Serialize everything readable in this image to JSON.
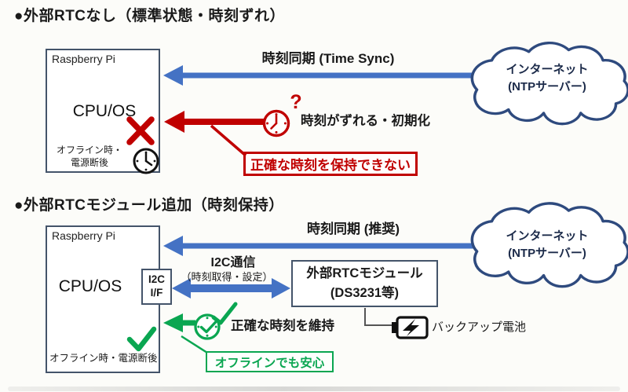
{
  "colors": {
    "arrow_blue": "#4472c4",
    "alert_red": "#c00000",
    "ok_green": "#0aa651",
    "box_border": "#44546a",
    "cloud_outline": "#2e4a7e",
    "background": "#fcfcf9"
  },
  "section1": {
    "title": "●外部RTCなし（標準状態・時刻ずれ）",
    "pi_box": {
      "title": "Raspberry Pi",
      "cpu": "CPU/OS",
      "offline": "オフライン時・\n電源断後"
    },
    "sync_label": "時刻同期 (Time Sync)",
    "cloud": "インターネット\n(NTPサーバー)",
    "question": "?",
    "drift_label": "時刻がずれる・初期化",
    "warning": "正確な時刻を保持できない"
  },
  "section2": {
    "title": "●外部RTCモジュール追加（時刻保持）",
    "pi_box": {
      "title": "Raspberry Pi",
      "cpu": "CPU/OS",
      "offline": "オフライン時・電源断後"
    },
    "i2c_if": "I2C\nI/F",
    "sync_label": "時刻同期 (推奨)",
    "cloud": "インターネット\n(NTPサーバー)",
    "i2c_title": "I2C通信",
    "i2c_sub": "（時刻取得・設定）",
    "rtc_module": "外部RTCモジュール\n(DS3231等)",
    "battery": "バックアップ電池",
    "maintain": "正確な時刻を維持",
    "safe": "オフラインでも安心"
  }
}
